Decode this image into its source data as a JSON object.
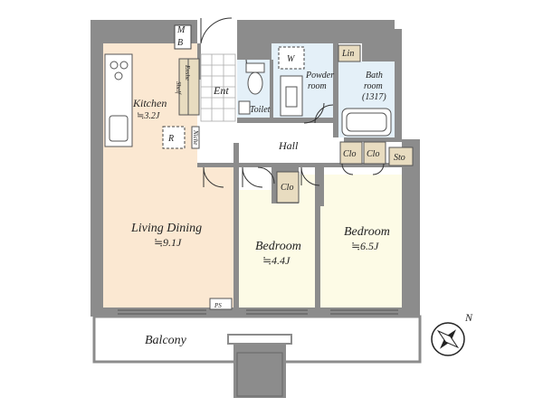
{
  "rooms": {
    "kitchen": {
      "name": "Kitchen",
      "size": "≒3.2J"
    },
    "living_dining": {
      "name": "Living Dining",
      "size": "≒9.1J"
    },
    "bedroom_small": {
      "name": "Bedroom",
      "size": "≒4.4J"
    },
    "bedroom_large": {
      "name": "Bedroom",
      "size": "≒6.5J"
    },
    "entrance": {
      "name": "Ent"
    },
    "hall": {
      "name": "Hall"
    },
    "toilet": {
      "name": "Toilet"
    },
    "powder_room": {
      "line1": "Powder",
      "line2": "room"
    },
    "bath_room": {
      "line1": "Bath",
      "line2": "room",
      "line3": "(1317)"
    },
    "balcony": {
      "name": "Balcony"
    }
  },
  "fixtures": {
    "mb_line1": "M",
    "mb_line2": "B",
    "washer": "W",
    "linen": "Lin",
    "refrigerator": "R",
    "shelf": "Shelf",
    "entrance_shelf": "Enshe",
    "niche": "Niche",
    "closet_hall": "Clo",
    "closet_1": "Clo",
    "closet_2": "Clo",
    "storage": "Sto",
    "ps": "PS"
  },
  "compass": {
    "label": "N"
  },
  "colors": {
    "wall": "#8c8c8c",
    "living": "#fbe8d2",
    "bedroom": "#fdfbe6",
    "wet": "#e4f0f8",
    "closet": "#e8dcc0",
    "floor": "#ffffff"
  }
}
